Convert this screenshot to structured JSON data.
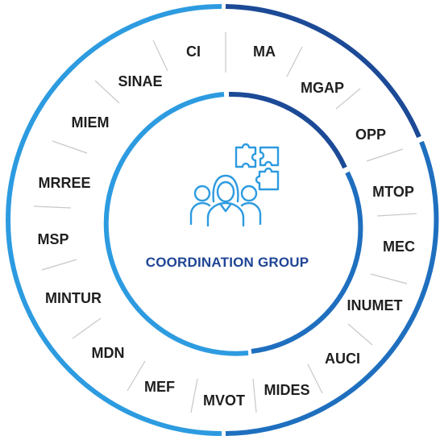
{
  "center": {
    "title": "COORDINATION GROUP",
    "icon": "team-puzzle-icon"
  },
  "members": [
    "MA",
    "MGAP",
    "OPP",
    "MTOP",
    "MEC",
    "INUMET",
    "AUCI",
    "MIDES",
    "MVOT",
    "MEF",
    "MDN",
    "MINTUR",
    "MSP",
    "MRREE",
    "MIEM",
    "SINAE",
    "CI"
  ],
  "colors": {
    "light_blue": "#2d9be0",
    "medium_blue": "#1f6fbf",
    "dark_blue": "#1c4a96",
    "navy_text": "#1f4595",
    "label_text": "#1f1f1f",
    "divider": "#c8c8c8"
  }
}
